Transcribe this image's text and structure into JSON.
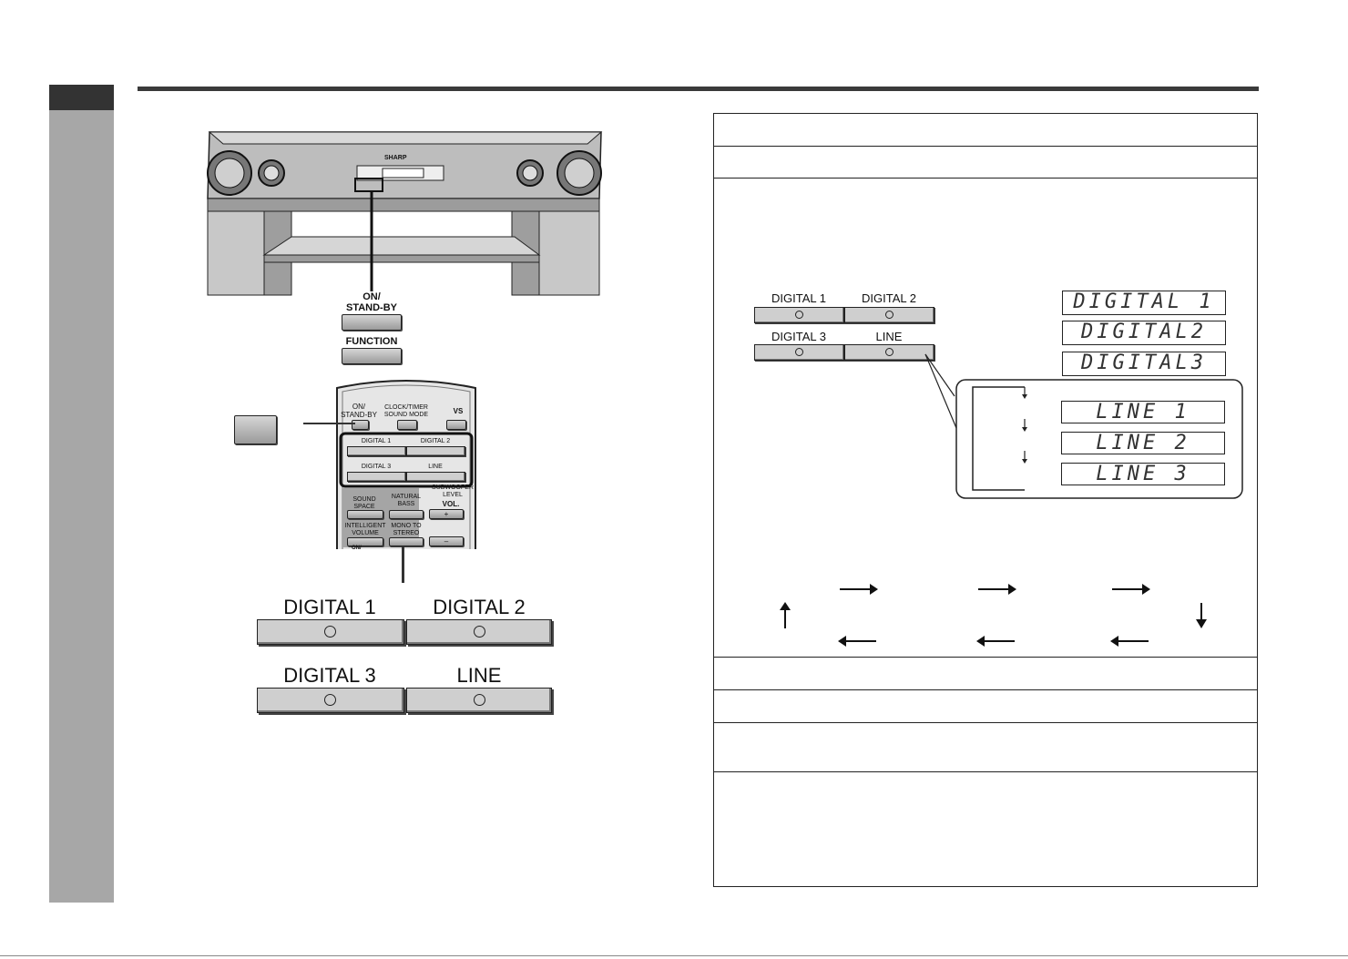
{
  "unit": {
    "brand": "SHARP",
    "on_standby_label_line1": "ON/",
    "on_standby_label_line2": "STAND-BY",
    "function_label": "FUNCTION"
  },
  "remote": {
    "on_standby_line1": "ON/",
    "on_standby_line2": "STAND-BY",
    "clock_timer": "CLOCK/TIMER",
    "sound_mode": "SOUND MODE",
    "vs": "VS",
    "digital1": "DIGITAL 1",
    "digital2": "DIGITAL 2",
    "digital3": "DIGITAL 3",
    "line": "LINE",
    "subwoofer_level": "SUBWOOFER LEVEL",
    "vol": "VOL.",
    "sound_space": "SOUND SPACE",
    "natural_bass": "NATURAL BASS",
    "intelligent_volume": "INTELLIGENT VOLUME",
    "mono_to_stereo": "MONO TO STEREO",
    "plus": "+",
    "minus": "–",
    "on_small": "ON/"
  },
  "large_buttons": {
    "digital1": "DIGITAL 1",
    "digital2": "DIGITAL 2",
    "digital3": "DIGITAL 3",
    "line": "LINE"
  },
  "panel_buttons": {
    "digital1": "DIGITAL 1",
    "digital2": "DIGITAL 2",
    "digital3": "DIGITAL 3",
    "line": "LINE"
  },
  "displays": {
    "d1": "DIGITAL 1",
    "d2": "DIGITAL2",
    "d3": "DIGITAL3",
    "l1": "LINE  1",
    "l2": "LINE  2",
    "l3": "LINE  3"
  }
}
